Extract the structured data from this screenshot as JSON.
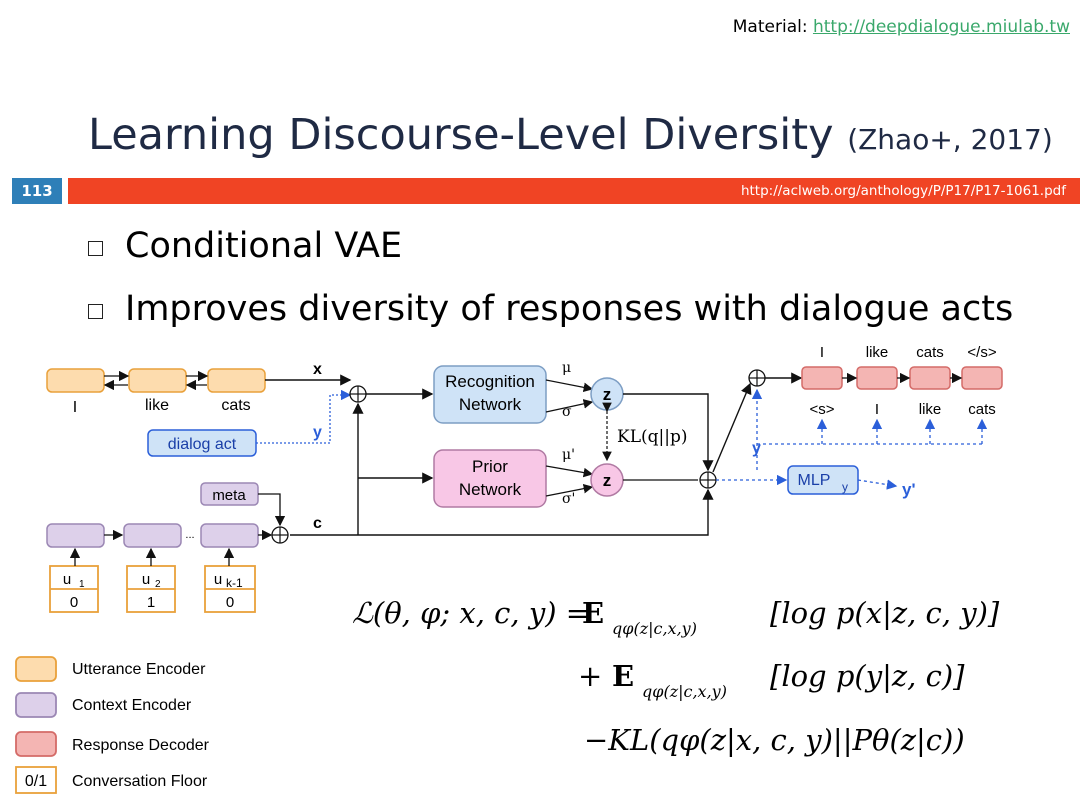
{
  "header": {
    "material_prefix": "Material: ",
    "material_link": "http://deepdialogue.miulab.tw"
  },
  "title": {
    "main": "Learning Discourse-Level Diversity",
    "cite": "(Zhao+, 2017)"
  },
  "slide_number": "113",
  "paper_link": "http://aclweb.org/anthology/P/P17/P17-1061.pdf",
  "bullets": [
    "Conditional VAE",
    "Improves diversity of responses with dialogue acts"
  ],
  "diagram": {
    "input_words": [
      "I",
      "like",
      "cats"
    ],
    "x_label": "x",
    "y_label": "y",
    "c_label": "c",
    "dialog_act": "dialog act",
    "meta": "meta",
    "ellipsis": "...",
    "recognition": [
      "Recognition",
      "Network"
    ],
    "prior": [
      "Prior",
      "Network"
    ],
    "mu": "μ",
    "sigma": "σ",
    "mu_prime": "μ'",
    "sigma_prime": "σ'",
    "z": "z",
    "kl": "KL(q||p)",
    "output_words_top": [
      "I",
      "like",
      "cats",
      "</s>"
    ],
    "output_words_bottom": [
      "<s>",
      "I",
      "like",
      "cats"
    ],
    "mlp": "MLP",
    "mlp_sub": "y",
    "y_prime": "y'",
    "utterances": [
      {
        "u": "u",
        "sub": "1",
        "floor": "0"
      },
      {
        "u": "u",
        "sub": "2",
        "floor": "1"
      },
      {
        "u": "u",
        "sub": "k-1",
        "floor": "0"
      }
    ]
  },
  "legend": [
    {
      "label": "Utterance Encoder",
      "color": "#fddcae"
    },
    {
      "label": "Context Encoder",
      "color": "#ddd0ea"
    },
    {
      "label": "Response Decoder",
      "color": "#f4b5b3"
    },
    {
      "label": "Conversation Floor",
      "box_text": "0/1"
    }
  ],
  "colors": {
    "utterance_fill": "#fddcae",
    "utterance_border": "#e9a13b",
    "context_fill": "#ddd0ea",
    "context_border": "#9b87b4",
    "decoder_fill": "#f4b5b3",
    "decoder_border": "#d46b68",
    "recognition_fill": "#cfe3f7",
    "prior_fill": "#f8c7e6",
    "blue_accent": "#2b5fd9",
    "red_bar": "#f04424",
    "num_box": "#2e7fb8"
  },
  "equation": {
    "line1_lhs": "ℒ(θ, φ; x, c, y) =",
    "line1_E": "E",
    "line1_sub": "qφ(z|c,x,y)",
    "line1_rhs": "[log p(x|z, c, y)]",
    "line2_plus": "+",
    "line2_E": "E",
    "line2_sub": "qφ(z|c,x,y)",
    "line2_rhs": "[log p(y|z, c)]",
    "line3": "−KL(qφ(z|x, c, y)||Pθ(z|c))"
  }
}
